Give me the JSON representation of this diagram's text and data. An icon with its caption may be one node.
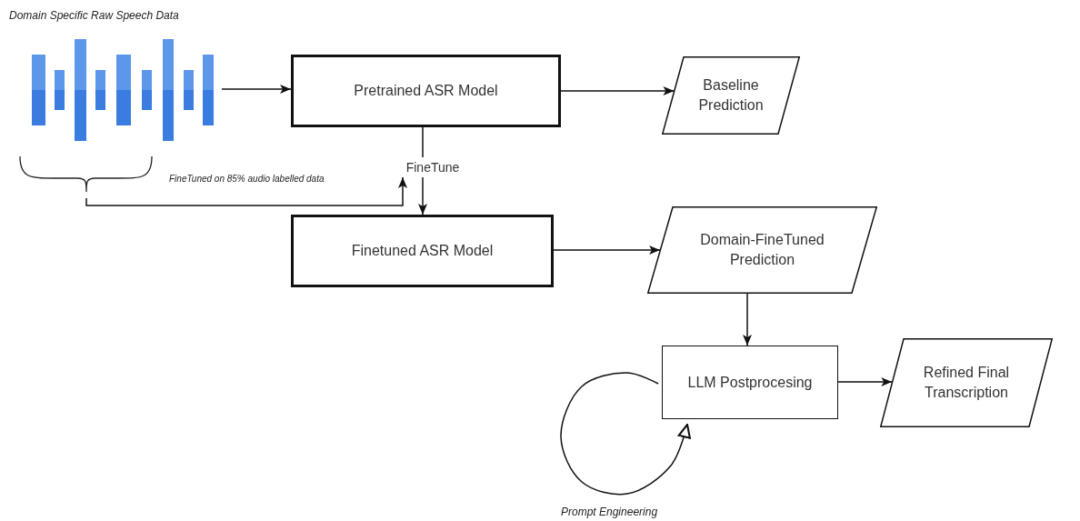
{
  "diagram": {
    "nodes": [
      {
        "text": [],
        "shape": "picture",
        "beside": [
          "Domain Specific Raw Speech Data"
        ]
      },
      {
        "text": [
          "Pretrained ASR Model"
        ]
      },
      {
        "text": [
          "Baseline Prediction"
        ]
      },
      {
        "text": [
          "FineTune"
        ]
      },
      {
        "text": [
          "Finetuned ASR Model"
        ]
      },
      {
        "text": [
          "Domain-FineTuned Prediction"
        ]
      },
      {
        "text": [
          "LLM Postprocesing"
        ]
      },
      {
        "text": [
          "Refined Final Transcription"
        ]
      }
    ],
    "edges": [
      {
        "from": 0,
        "to": 1,
        "arrow": "to"
      },
      {
        "from": 1,
        "to": 2,
        "arrow": "to"
      },
      {
        "from": 1,
        "to": 3,
        "arrow": "none"
      },
      {
        "from": 3,
        "to": 4,
        "arrow": "to"
      },
      {
        "from": 0,
        "to": 3,
        "arrow": "to",
        "label": "FineTuned on 85% audio labelled data"
      },
      {
        "from": 4,
        "to": 5,
        "arrow": "to"
      },
      {
        "from": 5,
        "to": 6,
        "arrow": "to"
      },
      {
        "from": 6,
        "to": 7,
        "arrow": "to"
      },
      {
        "from": 6,
        "to": 6,
        "arrow": "to",
        "label": "Prompt Engineering"
      }
    ]
  }
}
